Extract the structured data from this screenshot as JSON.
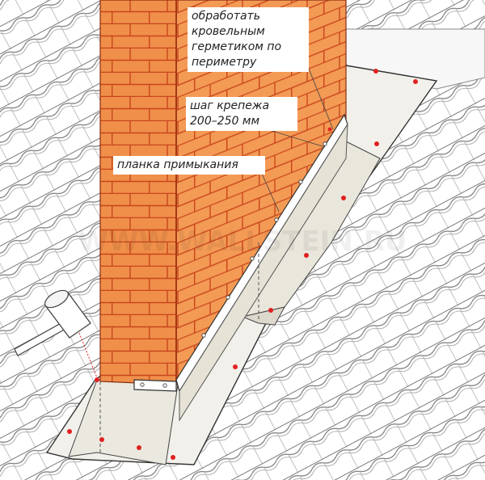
{
  "callouts": {
    "sealant": [
      "обработать",
      "кровельным",
      "герметиком по",
      "периметру"
    ],
    "step": [
      "шаг крепежа",
      "200–250 мм"
    ],
    "plank": "планка примыкания"
  },
  "watermark": "WWW.WALLSTEIN.RU",
  "colors": {
    "brick": "#ef8f4a",
    "mortar": "#c9451c",
    "roof_line": "#777777",
    "apron": "#f2f0ea",
    "marker": "#e02020"
  }
}
